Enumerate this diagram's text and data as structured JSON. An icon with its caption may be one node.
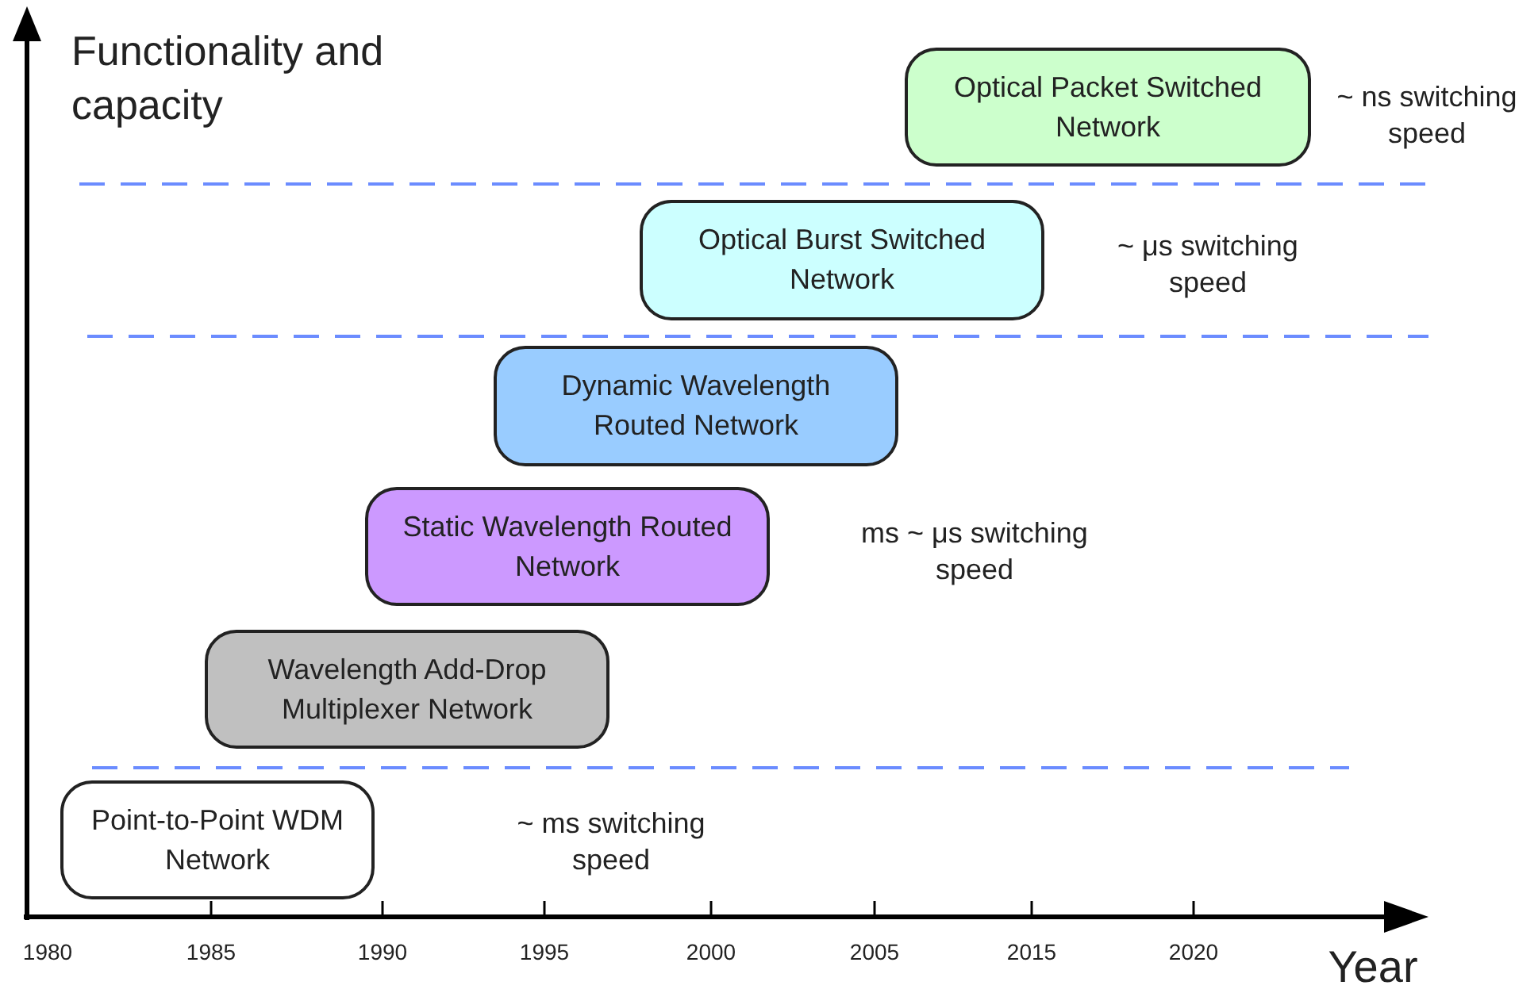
{
  "diagram": {
    "nodes": [
      {
        "text": [
          "Point-to-Point WDM Network"
        ]
      },
      {
        "text": [
          "Wavelength Add-Drop Multiplexer Network"
        ]
      },
      {
        "text": [
          "Static Wavelength Routed Network"
        ]
      },
      {
        "text": [
          "Dynamic Wavelength Routed Network"
        ]
      },
      {
        "text": [
          "Optical Burst Switched Network"
        ]
      },
      {
        "text": [
          "Optical Packet Switched Network"
        ]
      }
    ],
    "labels": [
      "Functionality and capacity",
      "~ ns switching speed",
      "~ μs switching speed",
      "ms ~ μs switching speed",
      "~ ms switching speed",
      "1980",
      "1985",
      "1990",
      "1995",
      "2000",
      "2005",
      "2015",
      "2020",
      "Year"
    ]
  }
}
